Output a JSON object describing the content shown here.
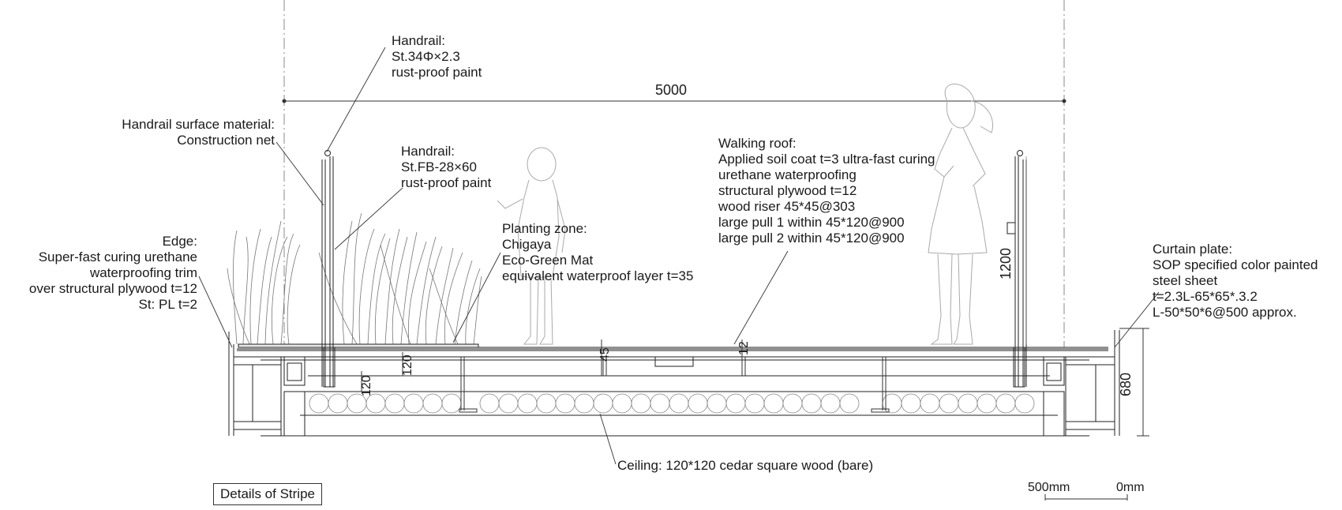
{
  "labels": {
    "handrail_top": [
      "Handrail:",
      "St.34Φ×2.3",
      " rust-proof paint"
    ],
    "handrail_surface": [
      "Handrail surface material:",
      "Construction net"
    ],
    "handrail_fb": [
      "Handrail:",
      "St.FB-28×60",
      "rust-proof paint"
    ],
    "edge": [
      "Edge:",
      "Super-fast curing urethane",
      "waterproofing trim",
      "over structural plywood t=12",
      "St: PL t=2"
    ],
    "planting": [
      "Planting zone:",
      "Chigaya",
      "Eco-Green Mat",
      "equivalent waterproof layer t=35"
    ],
    "walking_roof": [
      "Walking roof:",
      "Applied soil coat t=3 ultra-fast curing",
      "urethane waterproofing",
      "structural plywood t=12",
      "wood riser 45*45@303",
      "large pull 1 within 45*120@900",
      "large pull 2 within 45*120@900"
    ],
    "curtain": [
      "Curtain plate:",
      "SOP specified color painted",
      "steel sheet",
      "t=2.3L-65*65*.3.2",
      "L-50*50*6@500 approx."
    ],
    "ceiling": "Ceiling: 120*120 cedar square wood (bare)"
  },
  "dimensions": {
    "span": "5000",
    "rail_height": "1200",
    "depth": "680",
    "d120_a": "120",
    "d120_b": "120",
    "d45": "45",
    "d12": "12"
  },
  "scale": {
    "left": "500mm",
    "right": "0mm"
  },
  "title": "Details of Stripe"
}
